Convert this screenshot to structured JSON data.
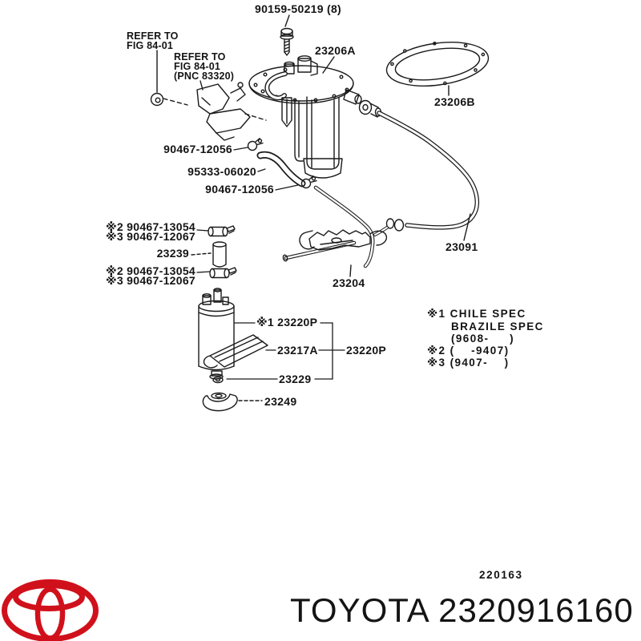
{
  "diagram": {
    "labels": {
      "bolt": "90159-50219 (8)",
      "refer_left": {
        "l1": "REFER TO",
        "l2": "FIG 84-01"
      },
      "refer_bracket": {
        "l1": "REFER TO",
        "l2": "FIG 84-01",
        "l3": "(PNC 83320)"
      },
      "plate": "23206A",
      "gasket": "23206B",
      "clamp_top": "90467-12056",
      "hose": "95333-06020",
      "clamp_mid": "90467-12056",
      "clamp_a": {
        "ref2": "※2 90467-13054",
        "ref3": "※3 90467-12067"
      },
      "tube": "23239",
      "clamp_b": {
        "ref2": "※2 90467-13054",
        "ref3": "※3 90467-12067"
      },
      "pump": "※1 23220P",
      "filter": "23217A",
      "kit": "23220P",
      "grommet": "23229",
      "cushion": "23249",
      "bracket": "23204",
      "pipe": "23091"
    },
    "spec_notes": {
      "l1": "※1 CHILE SPEC",
      "l2": "BRAZILE SPEC",
      "l3": "(9608-     )",
      "l4": "※2 (    -9407)",
      "l5": "※3 (9407-    )"
    }
  },
  "footer": {
    "code": "220163",
    "title": "TOYOTA 2320916160"
  },
  "colors": {
    "line": "#1a1a1a",
    "logo_red": "#d0111b"
  }
}
